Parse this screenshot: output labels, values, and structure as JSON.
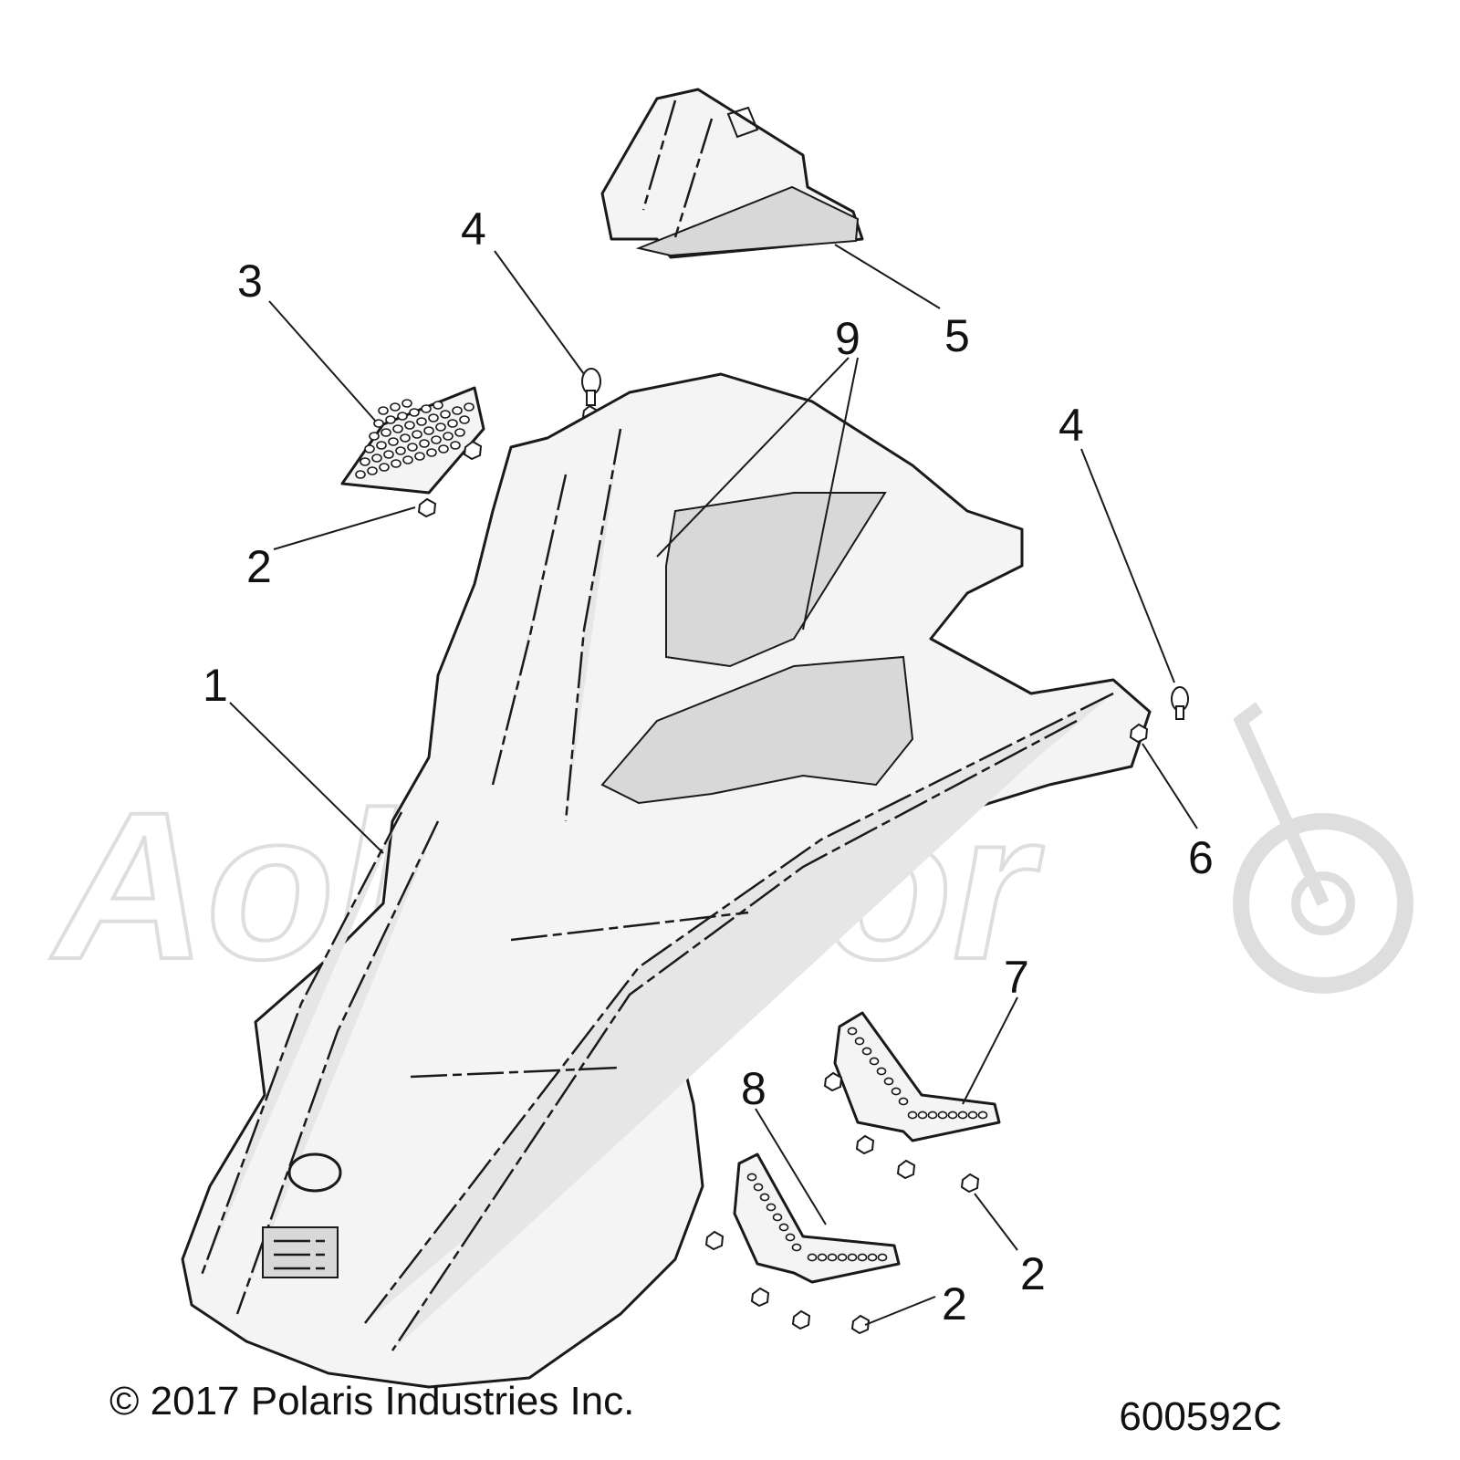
{
  "diagram": {
    "callouts": [
      "1",
      "2",
      "2",
      "2",
      "3",
      "4",
      "4",
      "5",
      "6",
      "7",
      "8",
      "9"
    ]
  },
  "watermark": {
    "text": "AoliMotor"
  },
  "footer": {
    "copyright": "© 2017 Polaris Industries Inc.",
    "diagram_number": "600592C"
  }
}
